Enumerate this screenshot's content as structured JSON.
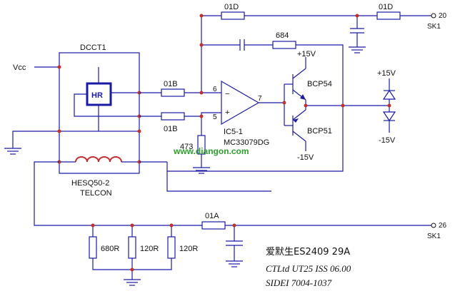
{
  "labels": {
    "vcc": "Vcc",
    "dcct": "DCCT1",
    "hr": "HR",
    "hesq": "HESQ50-2",
    "telcon": "TELCON",
    "r_01b_top": "01B",
    "r_01b_bot": "01B",
    "r_473": "473",
    "pin6": "6",
    "pin5": "5",
    "pin7": "7",
    "minus": "−",
    "plus": "+",
    "ic_name": "IC5-1",
    "ic_part": "MC33079DG",
    "r_01d_left": "01D",
    "r_01d_right": "01D",
    "cap_684": "684",
    "plus15_tr": "+15V",
    "minus15_tr": "-15V",
    "q_top": "BCP54",
    "q_bot": "BCP51",
    "plus15_d": "+15V",
    "minus15_d": "-15V",
    "pin20": "20",
    "sk1_top": "SK1",
    "pin26": "26",
    "sk1_bot": "SK1",
    "r_01a": "01A",
    "r_680": "680R",
    "r_120a": "120R",
    "r_120b": "120R",
    "watermark": "www.diangon.com",
    "note1": "爱默生ES2409 29A",
    "note2": "CTLtd  UT25  ISS  06.00",
    "note3": "SIDEI  7004-1037"
  }
}
